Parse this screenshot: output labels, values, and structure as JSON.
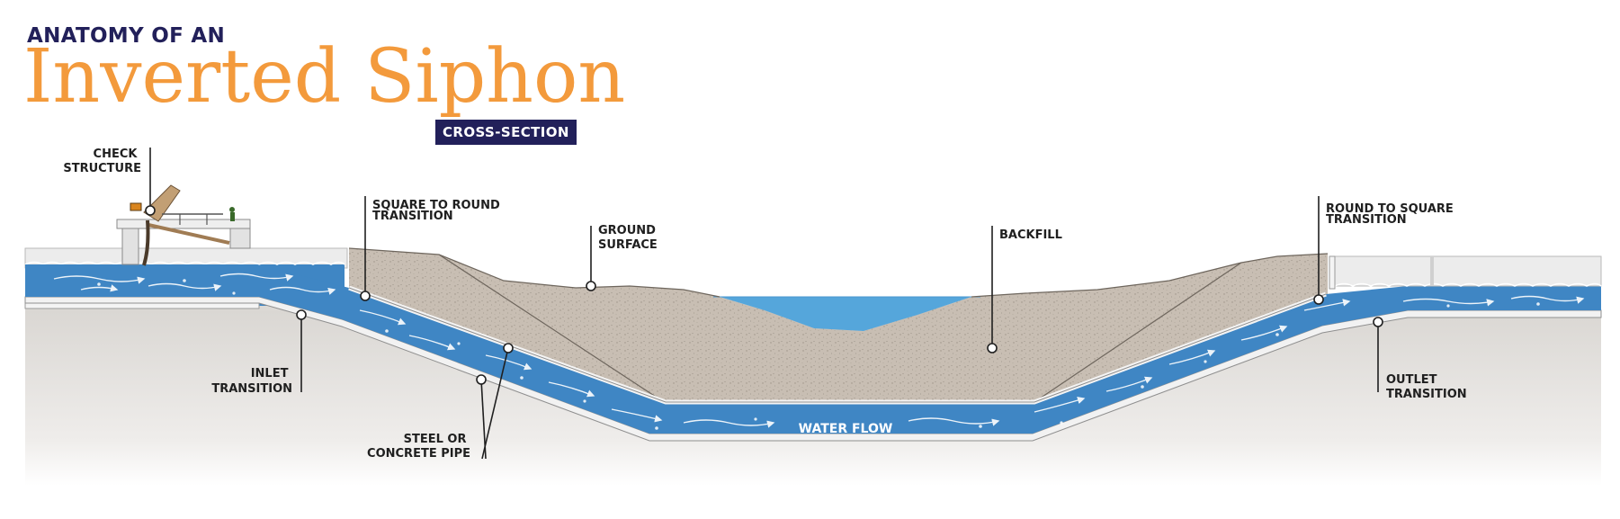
{
  "header": {
    "kicker": "ANATOMY OF AN",
    "title": "Inverted Siphon",
    "badge": "CROSS-SECTION"
  },
  "labels": {
    "check_structure": [
      "CHECK",
      "STRUCTURE"
    ],
    "square_to_round": [
      "SQUARE TO ROUND",
      "TRANSITION"
    ],
    "ground_surface": [
      "GROUND",
      "SURFACE"
    ],
    "backfill": [
      "BACKFILL"
    ],
    "round_to_square": [
      "ROUND TO SQUARE",
      "TRANSITION"
    ],
    "inlet_transition": [
      "INLET",
      "TRANSITION"
    ],
    "outlet_transition": [
      "OUTLET",
      "TRANSITION"
    ],
    "pipe": [
      "STEEL OR",
      "CONCRETE PIPE"
    ],
    "water_flow": "WATER FLOW"
  },
  "colors": {
    "navy": "#22205a",
    "orange": "#f39a3c",
    "water": "#3f86c4",
    "water_light": "#55a6db",
    "backfill": "#c9bfb4",
    "ground": "#e4e1dd",
    "concrete": "#efefef"
  }
}
